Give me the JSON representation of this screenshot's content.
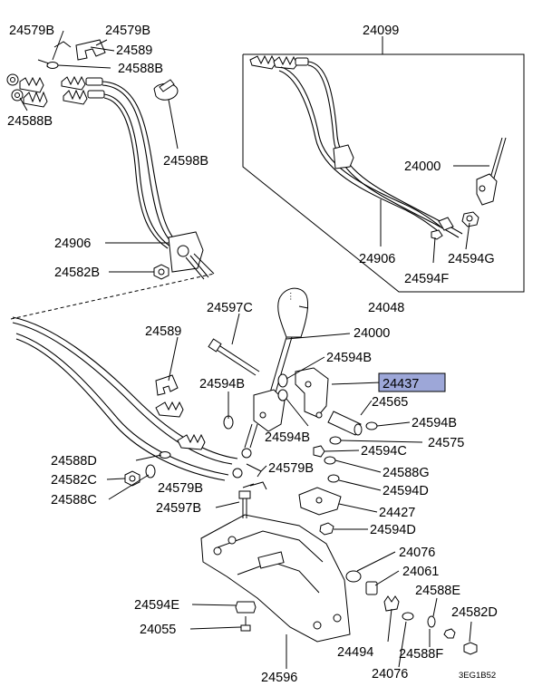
{
  "diagram": {
    "labels": {
      "p24579B_a": "24579B",
      "p24579B_b": "24579B",
      "p24589_a": "24589",
      "p24588B_a": "24588B",
      "p24588B_b": "24588B",
      "p24598B": "24598B",
      "p24906_a": "24906",
      "p24582B": "24582B",
      "p24099": "24099",
      "p24000_a": "24000",
      "p24906_b": "24906",
      "p24594G": "24594G",
      "p24594F": "24594F",
      "p24597C": "24597C",
      "p24048": "24048",
      "p24589_b": "24589",
      "p24000_b": "24000",
      "p24594B_a": "24594B",
      "p24594B_b": "24594B",
      "p24437": "24437",
      "p24565": "24565",
      "p24594B_c": "24594B",
      "p24594B_d": "24594B",
      "p24575": "24575",
      "p24588D": "24588D",
      "p24579B_c": "24579B",
      "p24594C": "24594C",
      "p24582C": "24582C",
      "p24588G": "24588G",
      "p24588C": "24588C",
      "p24579B_d": "24579B",
      "p24594D_a": "24594D",
      "p24597B": "24597B",
      "p24427": "24427",
      "p24594D_b": "24594D",
      "p24076_a": "24076",
      "p24061": "24061",
      "p24594E": "24594E",
      "p24588E": "24588E",
      "p24582D": "24582D",
      "p24055": "24055",
      "p24494": "24494",
      "p24588F": "24588F",
      "p24596": "24596",
      "p24076_b": "24076"
    },
    "highlight_color": "#9da7d8",
    "diagram_code": "3EG1B52"
  }
}
